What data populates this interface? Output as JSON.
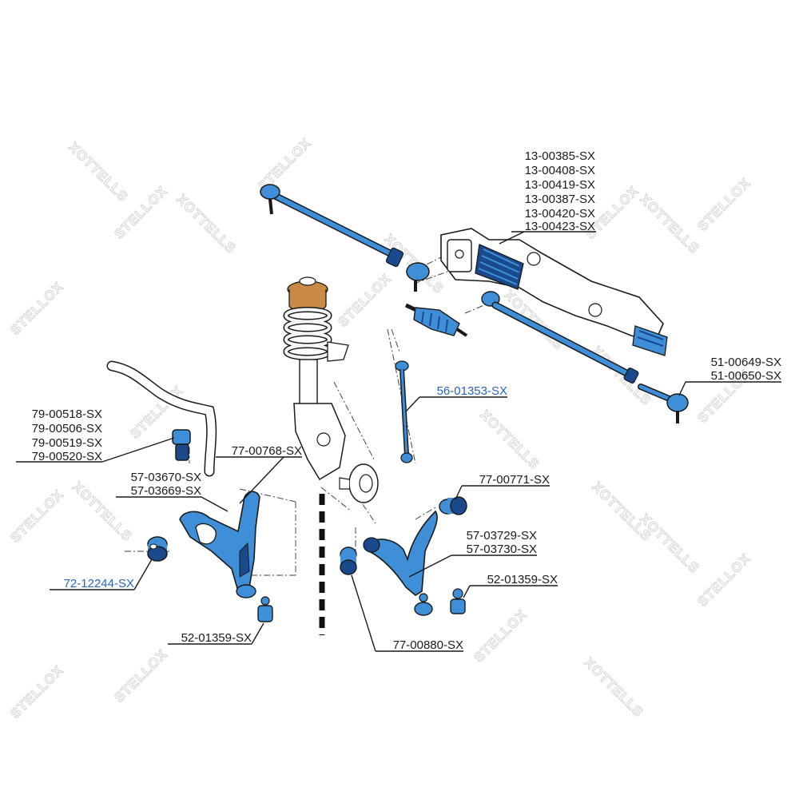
{
  "watermark": {
    "text_a": "STELLOX",
    "text_b": "XOTTELLS"
  },
  "colors": {
    "part_fill": "#3f8fd8",
    "part_dark": "#1a4a8c",
    "outline": "#1a1a1a",
    "spring": "#e6e6e6",
    "mount": "#c98a45",
    "label_default": "#1a1a1a",
    "label_highlight": "#2a66b8",
    "watermark": "#d8d8d8"
  },
  "labels": {
    "steering_rack": [
      "13-00385-SX",
      "13-00408-SX",
      "13-00419-SX",
      "13-00387-SX",
      "13-00420-SX",
      "13-00423-SX"
    ],
    "tie_rod_end": [
      "51-00649-SX",
      "51-00650-SX"
    ],
    "stabilizer_link": [
      "56-01353-SX"
    ],
    "stabilizer_bushing": [
      "79-00518-SX",
      "79-00506-SX",
      "79-00519-SX",
      "79-00520-SX"
    ],
    "strut": [
      "77-00768-SX"
    ],
    "lower_arm": [
      "57-03670-SX",
      "57-03669-SX"
    ],
    "lower_arm_bushing": [
      "72-12244-SX"
    ],
    "lower_ball_joint_left": [
      "52-01359-SX"
    ],
    "upper_bushing_front": [
      "77-00771-SX"
    ],
    "upper_arm": [
      "57-03729-SX",
      "57-03730-SX"
    ],
    "upper_ball_joint_right": [
      "52-01359-SX"
    ],
    "upper_bushing_rear": [
      "77-00880-SX"
    ]
  }
}
